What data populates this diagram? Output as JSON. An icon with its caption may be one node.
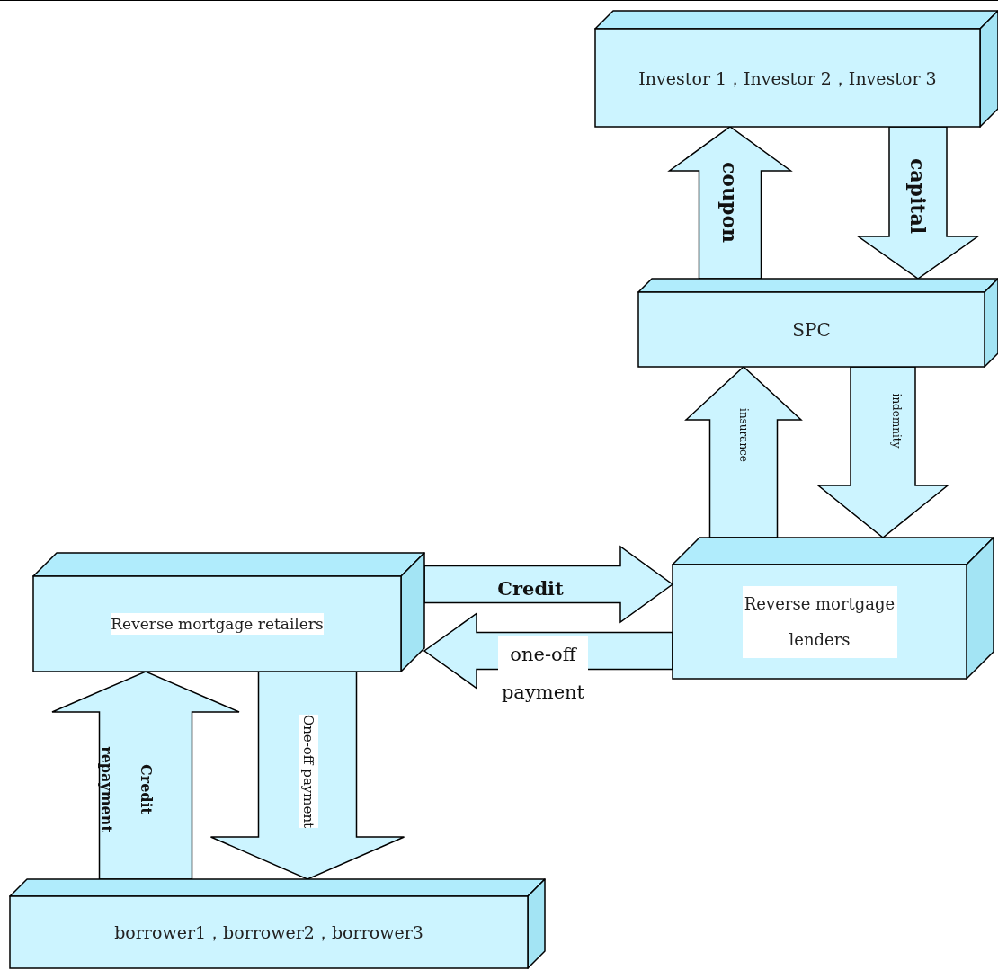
{
  "diagram": {
    "nodes": [
      {
        "text": [
          "Investor 1，Investor 2，Investor 3"
        ]
      },
      {
        "text": [
          "SPC"
        ]
      },
      {
        "text": [
          "Reverse mortgage retailers"
        ]
      },
      {
        "text": [
          "Reverse mortgage lenders"
        ]
      },
      {
        "text": [
          "borrower1，borrower2，borrower3"
        ]
      }
    ],
    "edges": [
      {
        "from": 1,
        "to": 0,
        "arrow": "to",
        "label": "coupon"
      },
      {
        "from": 0,
        "to": 1,
        "arrow": "to",
        "label": "capital"
      },
      {
        "from": 3,
        "to": 1,
        "arrow": "to",
        "label": "insurance"
      },
      {
        "from": 1,
        "to": 3,
        "arrow": "to",
        "label": "indemnity"
      },
      {
        "from": 2,
        "to": 3,
        "arrow": "to",
        "label": "Credit"
      },
      {
        "from": 3,
        "to": 2,
        "arrow": "to",
        "label": "one-off payment"
      },
      {
        "from": 4,
        "to": 2,
        "arrow": "to",
        "label": "Credit repayment"
      },
      {
        "from": 2,
        "to": 4,
        "arrow": "to",
        "label": "One-off payment"
      }
    ]
  }
}
